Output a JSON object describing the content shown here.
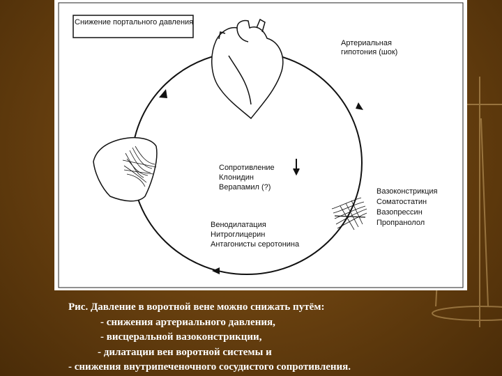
{
  "diagram": {
    "box_title": "Снижение портального давления",
    "labels": {
      "arterial_hypotension": "Артериальная гипотония (шок)",
      "resistance_title": "Сопротивление",
      "resistance_drugs": [
        "Клонидин",
        "Верапамил (?)"
      ],
      "vasoconstriction_title": "Вазоконстрикция",
      "vasoconstriction_drugs": [
        "Соматостатин",
        "Вазопрессин",
        "Пропранолол"
      ],
      "venodilation_title": "Венодилатация",
      "venodilation_drugs": [
        "Нитроглицерин",
        "Антагонисты серотонина"
      ]
    }
  },
  "caption": {
    "lines": [
      "Рис.  Давление в воротной вене можно снижать путём:",
      "- снижения артериального давления,",
      "- висцеральной вазоконстрикции,",
      "-  дилатации вен воротной системы и",
      "- снижения внутрипеченочного сосудистого сопротивления."
    ]
  }
}
